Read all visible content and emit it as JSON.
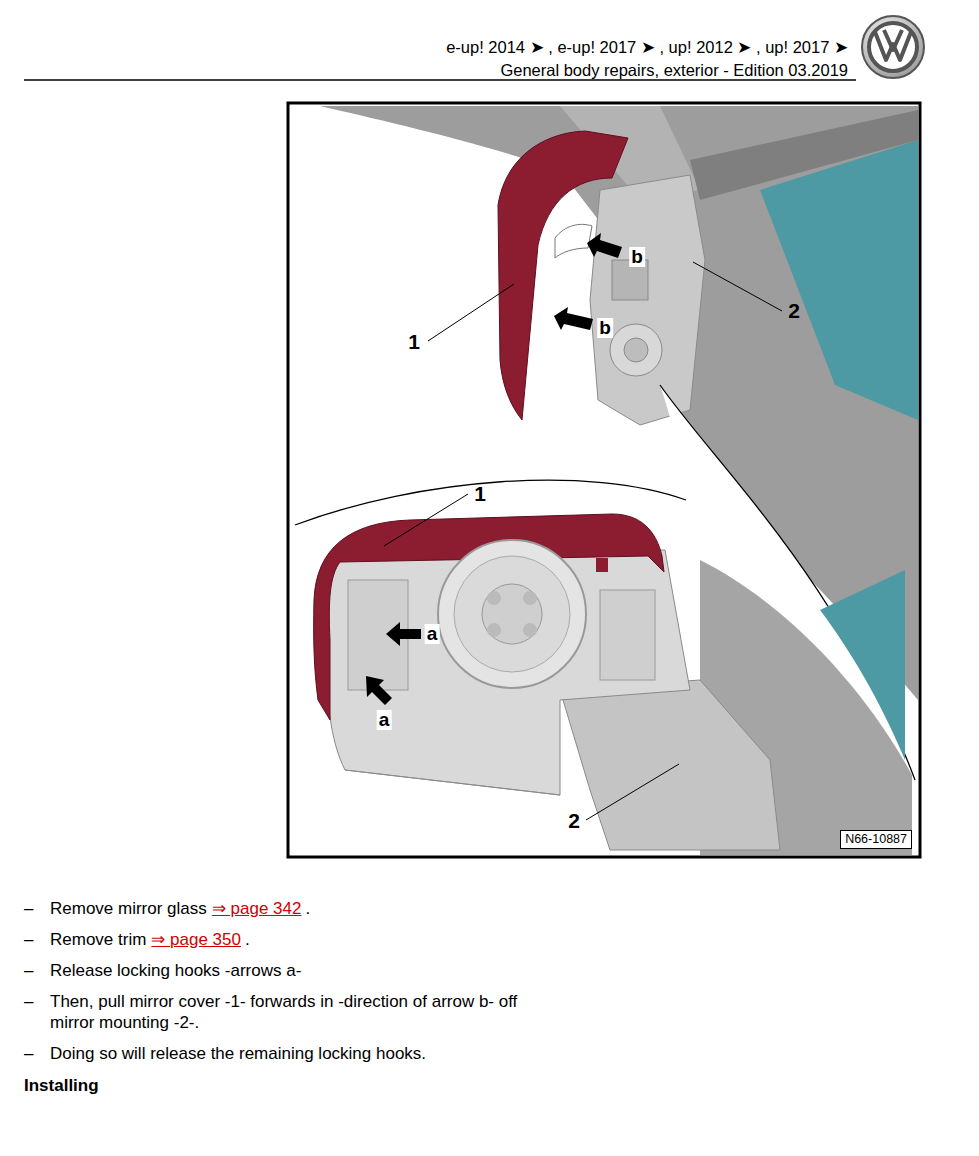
{
  "diagram": {
    "nodes": [
      {
        "text": [
          "N66-10887"
        ]
      }
    ],
    "labels": [
      "e-up! 2014 ➤ , e-up! 2017 ➤ , up! 2012 ➤ , up! 2017 ➤",
      "General body repairs, exterior - Edition 03.2019",
      "1",
      "b",
      "b",
      "2",
      "1",
      "a",
      "a",
      "2",
      "–",
      "Remove mirror glass",
      "⇒ page 342",
      ".",
      "–",
      "Remove trim",
      "⇒ page 350",
      ".",
      "–",
      "Release locking hooks -arrows a-",
      "–",
      "Then, pull mirror cover -1- forwards in -direction of arrow b- off mirror mounting -2-.",
      "–",
      "Doing so will release the remaining locking hooks.",
      "Installing"
    ]
  }
}
